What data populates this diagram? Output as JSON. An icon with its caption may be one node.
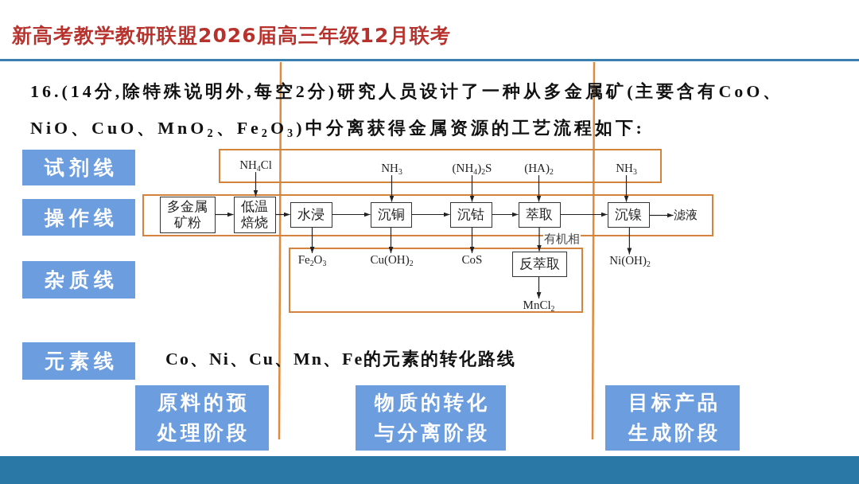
{
  "diagram": {
    "title": "新高考教学教研联盟2026届高三年级12月联考",
    "nodes": [
      {
        "text": [
          "试剂线"
        ]
      },
      {
        "text": [],
        "shape": "box"
      },
      {
        "text": [
          "NH$_{4}$Cl"
        ],
        "in": 1
      },
      {
        "text": [
          "NH$_{3}$"
        ],
        "in": 1
      },
      {
        "text": [
          "(NH$_{4}$)$_{2}$S"
        ],
        "in": 1
      },
      {
        "text": [
          "(HA)$_{2}$"
        ],
        "in": 1
      },
      {
        "text": [
          "NH$_{3}$"
        ],
        "in": 1
      },
      {
        "text": [
          "操作线"
        ]
      },
      {
        "text": [],
        "shape": "box"
      },
      {
        "text": [
          "多金属矿粉"
        ],
        "in": 8
      },
      {
        "text": [
          "低温焙烧"
        ],
        "in": 8
      },
      {
        "text": [
          "水浸"
        ],
        "in": 8
      },
      {
        "text": [
          "沉铜"
        ],
        "in": 8
      },
      {
        "text": [
          "沉钴"
        ],
        "in": 8
      },
      {
        "text": [
          "萃取"
        ],
        "in": 8
      },
      {
        "text": [
          "沉镍"
        ],
        "in": 8
      },
      {
        "text": [
          "滤液"
        ],
        "in": 8
      },
      {
        "text": [
          "杂质线"
        ]
      },
      {
        "text": [],
        "shape": "box"
      },
      {
        "text": [
          "Fe$_{2}$O$_{3}$"
        ],
        "in": 18
      },
      {
        "text": [
          "Cu(OH)$_{2}$"
        ],
        "in": 18
      },
      {
        "text": [
          "CoS"
        ],
        "in": 18
      },
      {
        "text": [
          "反萃取"
        ],
        "in": 18
      },
      {
        "text": [
          "MnCl$_{2}$"
        ],
        "in": 18
      },
      {
        "text": [
          "Ni(OH)$_{2}$"
        ]
      },
      {
        "text": [
          "元素线"
        ]
      },
      {
        "text": [
          "原料的预处理阶段"
        ]
      },
      {
        "text": [
          "物质的转化与分离阶段"
        ]
      },
      {
        "text": [
          "目标产品生成阶段"
        ]
      }
    ],
    "edges": [
      {
        "from": 2,
        "to": 10,
        "arrow": "to"
      },
      {
        "from": 3,
        "to": 12,
        "arrow": "to"
      },
      {
        "from": 4,
        "to": 13,
        "arrow": "to"
      },
      {
        "from": 5,
        "to": 14,
        "arrow": "to"
      },
      {
        "from": 6,
        "to": 15,
        "arrow": "to"
      },
      {
        "from": 9,
        "to": 10,
        "arrow": "to"
      },
      {
        "from": 10,
        "to": 11,
        "arrow": "to"
      },
      {
        "from": 11,
        "to": 12,
        "arrow": "to"
      },
      {
        "from": 12,
        "to": 13,
        "arrow": "to"
      },
      {
        "from": 13,
        "to": 14,
        "arrow": "to"
      },
      {
        "from": 14,
        "to": 15,
        "arrow": "to"
      },
      {
        "from": 15,
        "to": 16,
        "arrow": "to"
      },
      {
        "from": 11,
        "to": 19,
        "arrow": "to"
      },
      {
        "from": 12,
        "to": 20,
        "arrow": "to"
      },
      {
        "from": 13,
        "to": 21,
        "arrow": "to"
      },
      {
        "from": 14,
        "to": 22,
        "arrow": "to",
        "label": "有机相"
      },
      {
        "from": 22,
        "to": 23,
        "arrow": "to"
      },
      {
        "from": 15,
        "to": 24,
        "arrow": "to"
      }
    ],
    "labels": [
      "16.(14分,除特殊说明外,每空2分)研究人员设计了一种从多金属矿(主要含有CoO、NiO、CuO、MnO$_{2}$、Fe$_{2}$O$_{3}$)中分离获得金属资源的工艺流程如下:",
      "Co、Ni、Cu、Mn、Fe的元素的转化路线"
    ]
  }
}
